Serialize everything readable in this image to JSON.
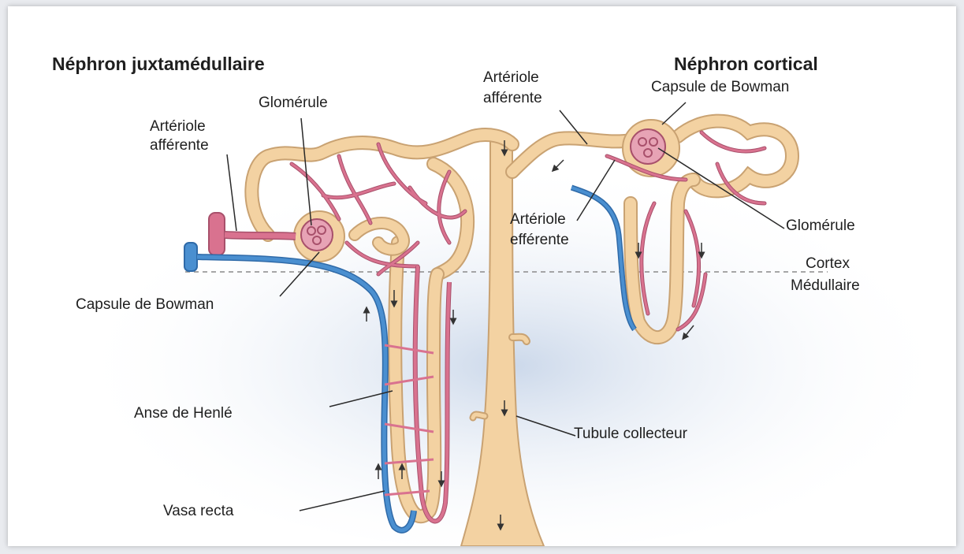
{
  "titles": {
    "juxtamedullary": "Néphron juxtamédullaire",
    "cortical": "Néphron cortical"
  },
  "labels": {
    "left_glomerule": "Glomérule",
    "left_arteriole_afferente_line1": "Artériole",
    "left_arteriole_afferente_line2": "afférente",
    "left_capsule": "Capsule de Bowman",
    "anse_henle": "Anse de Henlé",
    "vasa_recta": "Vasa recta",
    "center_arteriole_afferente_line1": "Artériole",
    "center_arteriole_afferente_line2": "afférente",
    "right_capsule": "Capsule de Bowman",
    "arteriole_efferente_line1": "Artériole",
    "arteriole_efferente_line2": "efférente",
    "right_glomerule": "Glomérule",
    "cortex": "Cortex",
    "medullaire": "Médullaire",
    "tubule_collecteur": "Tubule collecteur"
  },
  "colors": {
    "tubule": "#f3d2a2",
    "tubule_edge": "#c9a272",
    "artery": "#d9728f",
    "artery_edge": "#a8506b",
    "vein": "#4a8fd0",
    "vein_edge": "#2f6aa8",
    "background_glow": "#d5e0ee",
    "boundary_line": "#8a8a8a"
  }
}
